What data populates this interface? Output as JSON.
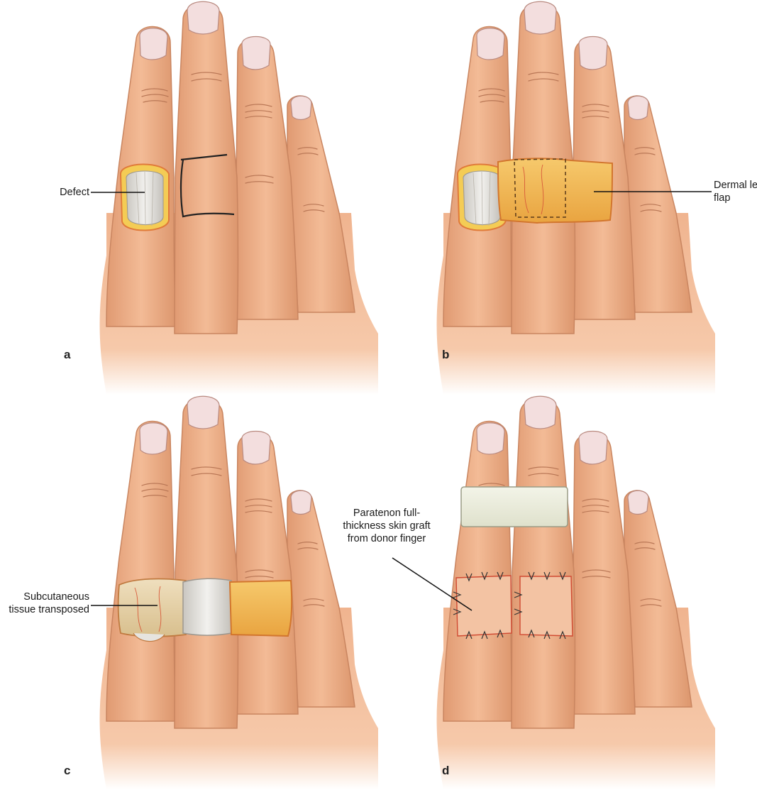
{
  "panels": [
    {
      "letter": "a",
      "labels": [
        {
          "lines": [
            "Defect"
          ]
        }
      ]
    },
    {
      "letter": "b",
      "labels": [
        {
          "lines": [
            "Dermal level",
            "flap"
          ]
        }
      ]
    },
    {
      "letter": "c",
      "labels": [
        {
          "lines": [
            "Subcutaneous",
            "tissue transposed"
          ]
        }
      ]
    },
    {
      "letter": "d",
      "labels": [
        {
          "lines": [
            "Paratenon full-",
            "thickness skin graft",
            "from donor finger"
          ]
        }
      ]
    }
  ],
  "colors": {
    "skin": "#f0b48f",
    "skin_shadow": "#d9936b",
    "nail": "#f3dede",
    "flap": "#f2b955",
    "fat": "#f4cc55",
    "tendon": "#e6e4e0",
    "subcutaneous": "#e8d4ac",
    "dressing": "#eef0df",
    "suture": "#333333"
  }
}
